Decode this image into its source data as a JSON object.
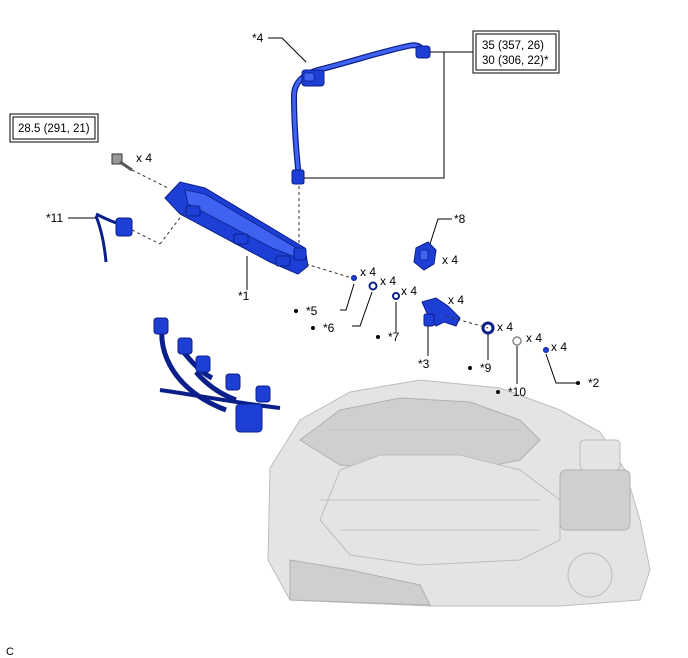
{
  "torque_specs": {
    "fuel_pipe_line1": "35 (357, 26)",
    "fuel_pipe_line2": "30 (306, 22)*",
    "bolt": "28.5 (291, 21)"
  },
  "callouts": {
    "c1": "*1",
    "c2": "*2",
    "c3": "*3",
    "c4": "*4",
    "c5": "*5",
    "c6": "*6",
    "c7": "*7",
    "c8": "*8",
    "c9": "*9",
    "c10": "*10",
    "c11": "*11"
  },
  "quantities": {
    "bolt": "x 4",
    "part5": "x 4",
    "part6": "x 4",
    "part7": "x 4",
    "part8": "x 4",
    "part3": "x 4",
    "part9": "x 4",
    "part10": "x 4",
    "part2": "x 4"
  },
  "corner_code": "C",
  "colors": {
    "part_blue": "#1d3fd6",
    "engine_gray": "#e4e4e4"
  }
}
